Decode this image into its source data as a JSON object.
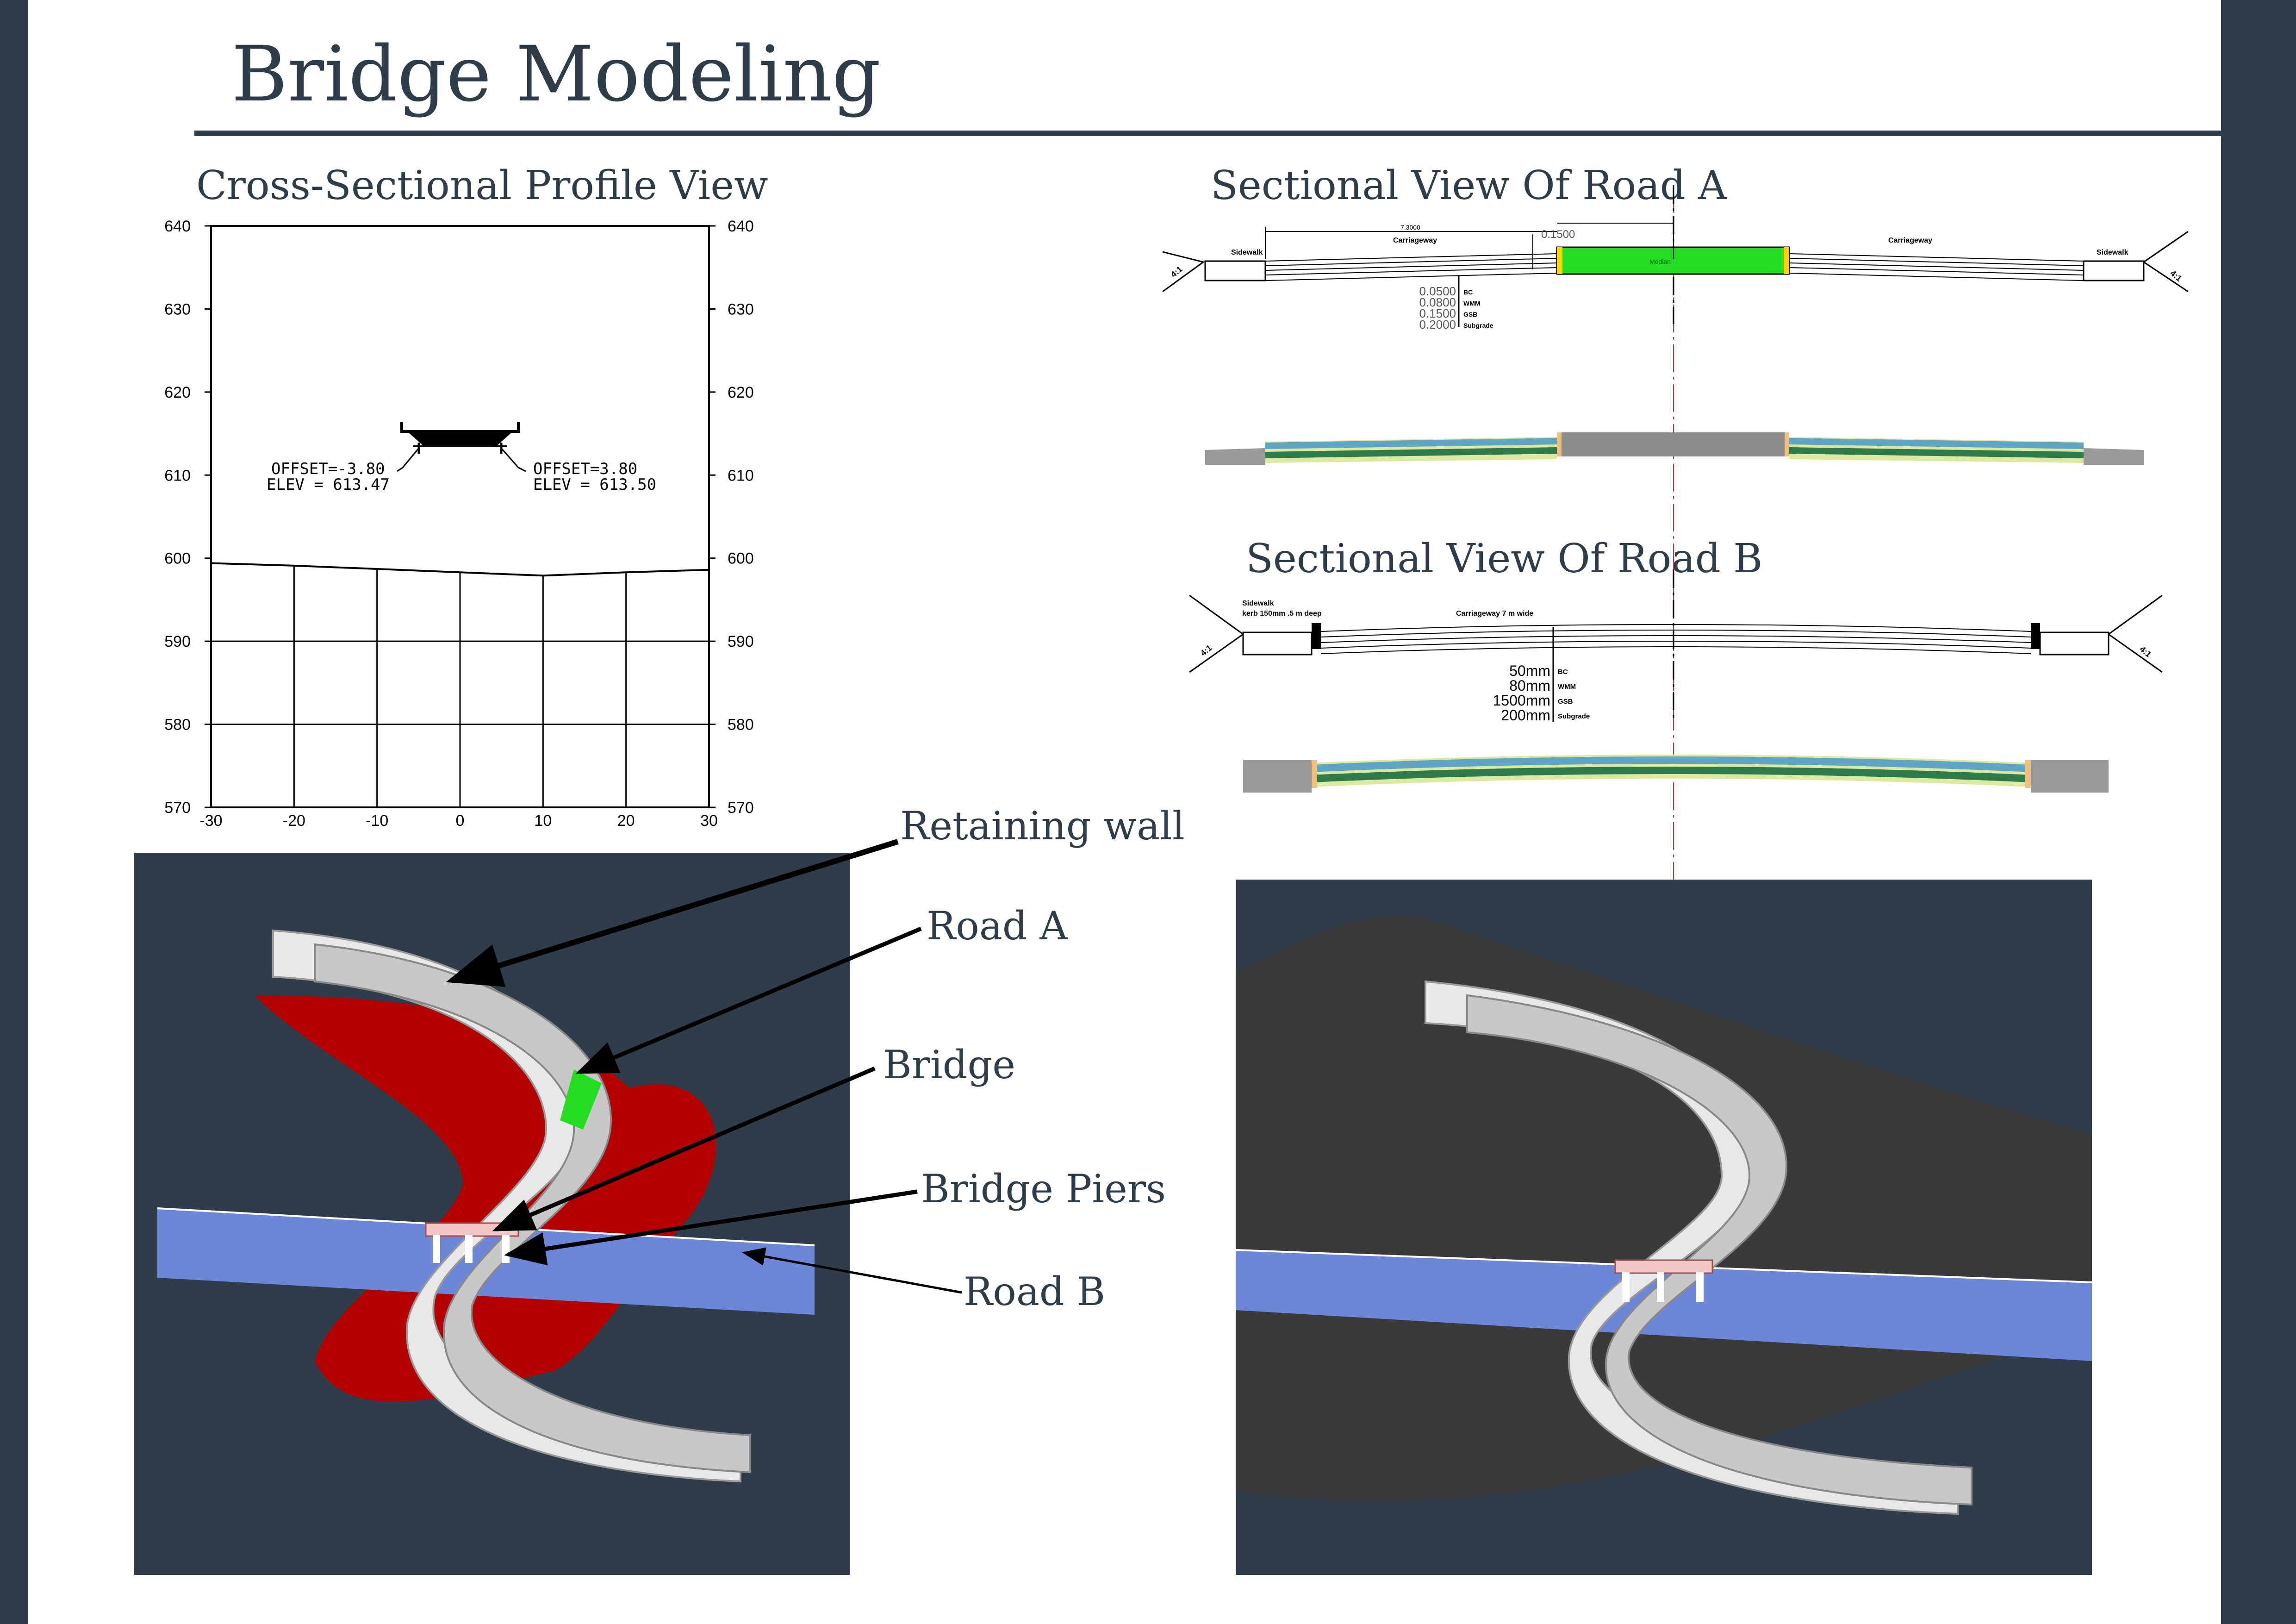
{
  "page": {
    "title": "Bridge Modeling"
  },
  "panels": {
    "profile_title": "Cross-Sectional Profile View",
    "road_a_title": "Sectional View Of Road A",
    "road_b_title": "Sectional View Of Road B"
  },
  "profile_annotations": {
    "left_offset": "OFFSET=-3.80",
    "left_elev": "ELEV = 613.47",
    "right_offset": "OFFSET=3.80",
    "right_elev": "ELEV = 613.50"
  },
  "road_a": {
    "dim_width": "7.3000",
    "dim_height": "0.1500",
    "carriageway": "Carriageway",
    "sidewalk": "Sidewalk",
    "median": "Median",
    "slope": "4:1",
    "layers": [
      {
        "thickness": "0.0500",
        "code": "BC"
      },
      {
        "thickness": "0.0800",
        "code": "WMM"
      },
      {
        "thickness": "0.1500",
        "code": "GSB"
      },
      {
        "thickness": "0.2000",
        "code": "Subgrade"
      }
    ]
  },
  "road_b": {
    "sidewalk": "Sidewalk",
    "kerb_note": "kerb 150mm .5 m deep",
    "carriageway": "Carriageway 7 m wide",
    "slope": "4:1",
    "layers": [
      {
        "thickness": "50mm",
        "code": "BC"
      },
      {
        "thickness": "80mm",
        "code": "WMM"
      },
      {
        "thickness": "1500mm",
        "code": "GSB"
      },
      {
        "thickness": "200mm",
        "code": "Subgrade"
      }
    ]
  },
  "callouts": {
    "retaining_wall": "Retaining wall",
    "road_a": "Road A",
    "bridge": "Bridge",
    "bridge_piers": "Bridge Piers",
    "road_b": "Road B"
  },
  "colors": {
    "band": "#2f3d4a",
    "median": "#22dd22",
    "retaining_wall": "#b30000",
    "road_b": "#6e86d8",
    "terrain": "#3a3a3c"
  },
  "chart_data": {
    "type": "line",
    "title": "Cross-Sectional Profile View",
    "xlabel": "",
    "ylabel": "",
    "xlim": [
      -30,
      30
    ],
    "ylim": [
      570,
      640
    ],
    "x_ticks": [
      -30,
      -20,
      -10,
      0,
      10,
      20,
      30
    ],
    "y_ticks": [
      570,
      580,
      590,
      600,
      610,
      620,
      630,
      640
    ],
    "x_tick_labels": [
      "-30",
      "-20",
      "-10",
      "0",
      "10",
      "20",
      "30"
    ],
    "y_tick_labels": [
      "570",
      "580",
      "590",
      "600",
      "610",
      "620",
      "630",
      "640"
    ],
    "grid": "below ground line only",
    "series": [
      {
        "x": [
          -30,
          -20,
          -10,
          0,
          10,
          20,
          30
        ],
        "y": [
          599.4,
          599.1,
          598.7,
          598.3,
          597.9,
          598.3,
          598.6
        ]
      }
    ]
  }
}
